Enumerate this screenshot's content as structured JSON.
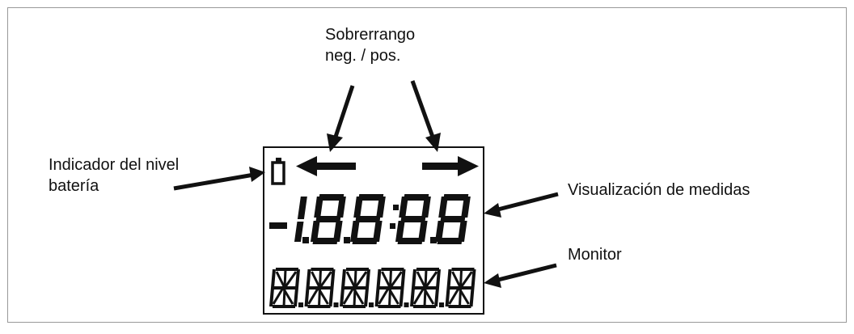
{
  "labels": {
    "overrange_line1": "Sobrerrango",
    "overrange_line2": "neg. / pos.",
    "battery_line1": "Indicador del nivel",
    "battery_line2": "batería",
    "measurement": "Visualización de medidas",
    "monitor": "Monitor"
  },
  "lcd": {
    "measurement_reading": "-1.8.8:8.8",
    "monitor_segments": 6
  },
  "icons": {
    "battery": "battery-icon",
    "negative_overrange": "arrow-left-icon",
    "positive_overrange": "arrow-right-icon"
  },
  "colors": {
    "ink": "#111111",
    "frame": "#999999",
    "background": "#ffffff"
  }
}
